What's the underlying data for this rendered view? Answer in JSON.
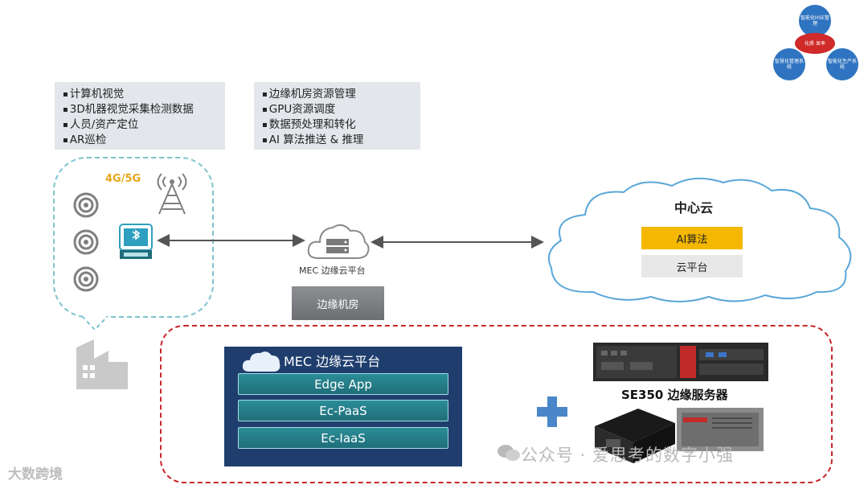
{
  "site_bullets": [
    "计算机视觉",
    "3D机器视觉采集检测数据",
    "人员/资产定位",
    "AR巡检"
  ],
  "edge_bullets": [
    "边缘机房资源管理",
    "GPU资源调度",
    "数据预处理和转化",
    "AI 算法推送 & 推理"
  ],
  "network_label": "4G/5G",
  "mec_cloud_label": "MEC 边缘云平台",
  "edge_room_label": "边缘机房",
  "central_cloud": {
    "title": "中心云",
    "ai_label": "AI算法",
    "platform_label": "云平台"
  },
  "mec_panel": {
    "title": "MEC 边缘云平台",
    "layers": [
      "Edge App",
      "Ec-PaaS",
      "Ec-IaaS"
    ]
  },
  "server_title": "SE350 边缘服务器",
  "watermark": "公众号 · 爱思考的数字小强",
  "brand": "大数跨境",
  "top_right_logo": {
    "top": "智能化HSE管理",
    "left": "智慧化管理系统",
    "right": "智能化生产系统",
    "center": "化质 显率"
  },
  "colors": {
    "site_dash": "#7ec3cf",
    "edge_dash": "#c9262c",
    "panel_bg": "#1f3e6e",
    "layer": "#2b8d98",
    "ai": "#f5b800",
    "network": "#e7a51a",
    "plus": "#4a86c8"
  }
}
